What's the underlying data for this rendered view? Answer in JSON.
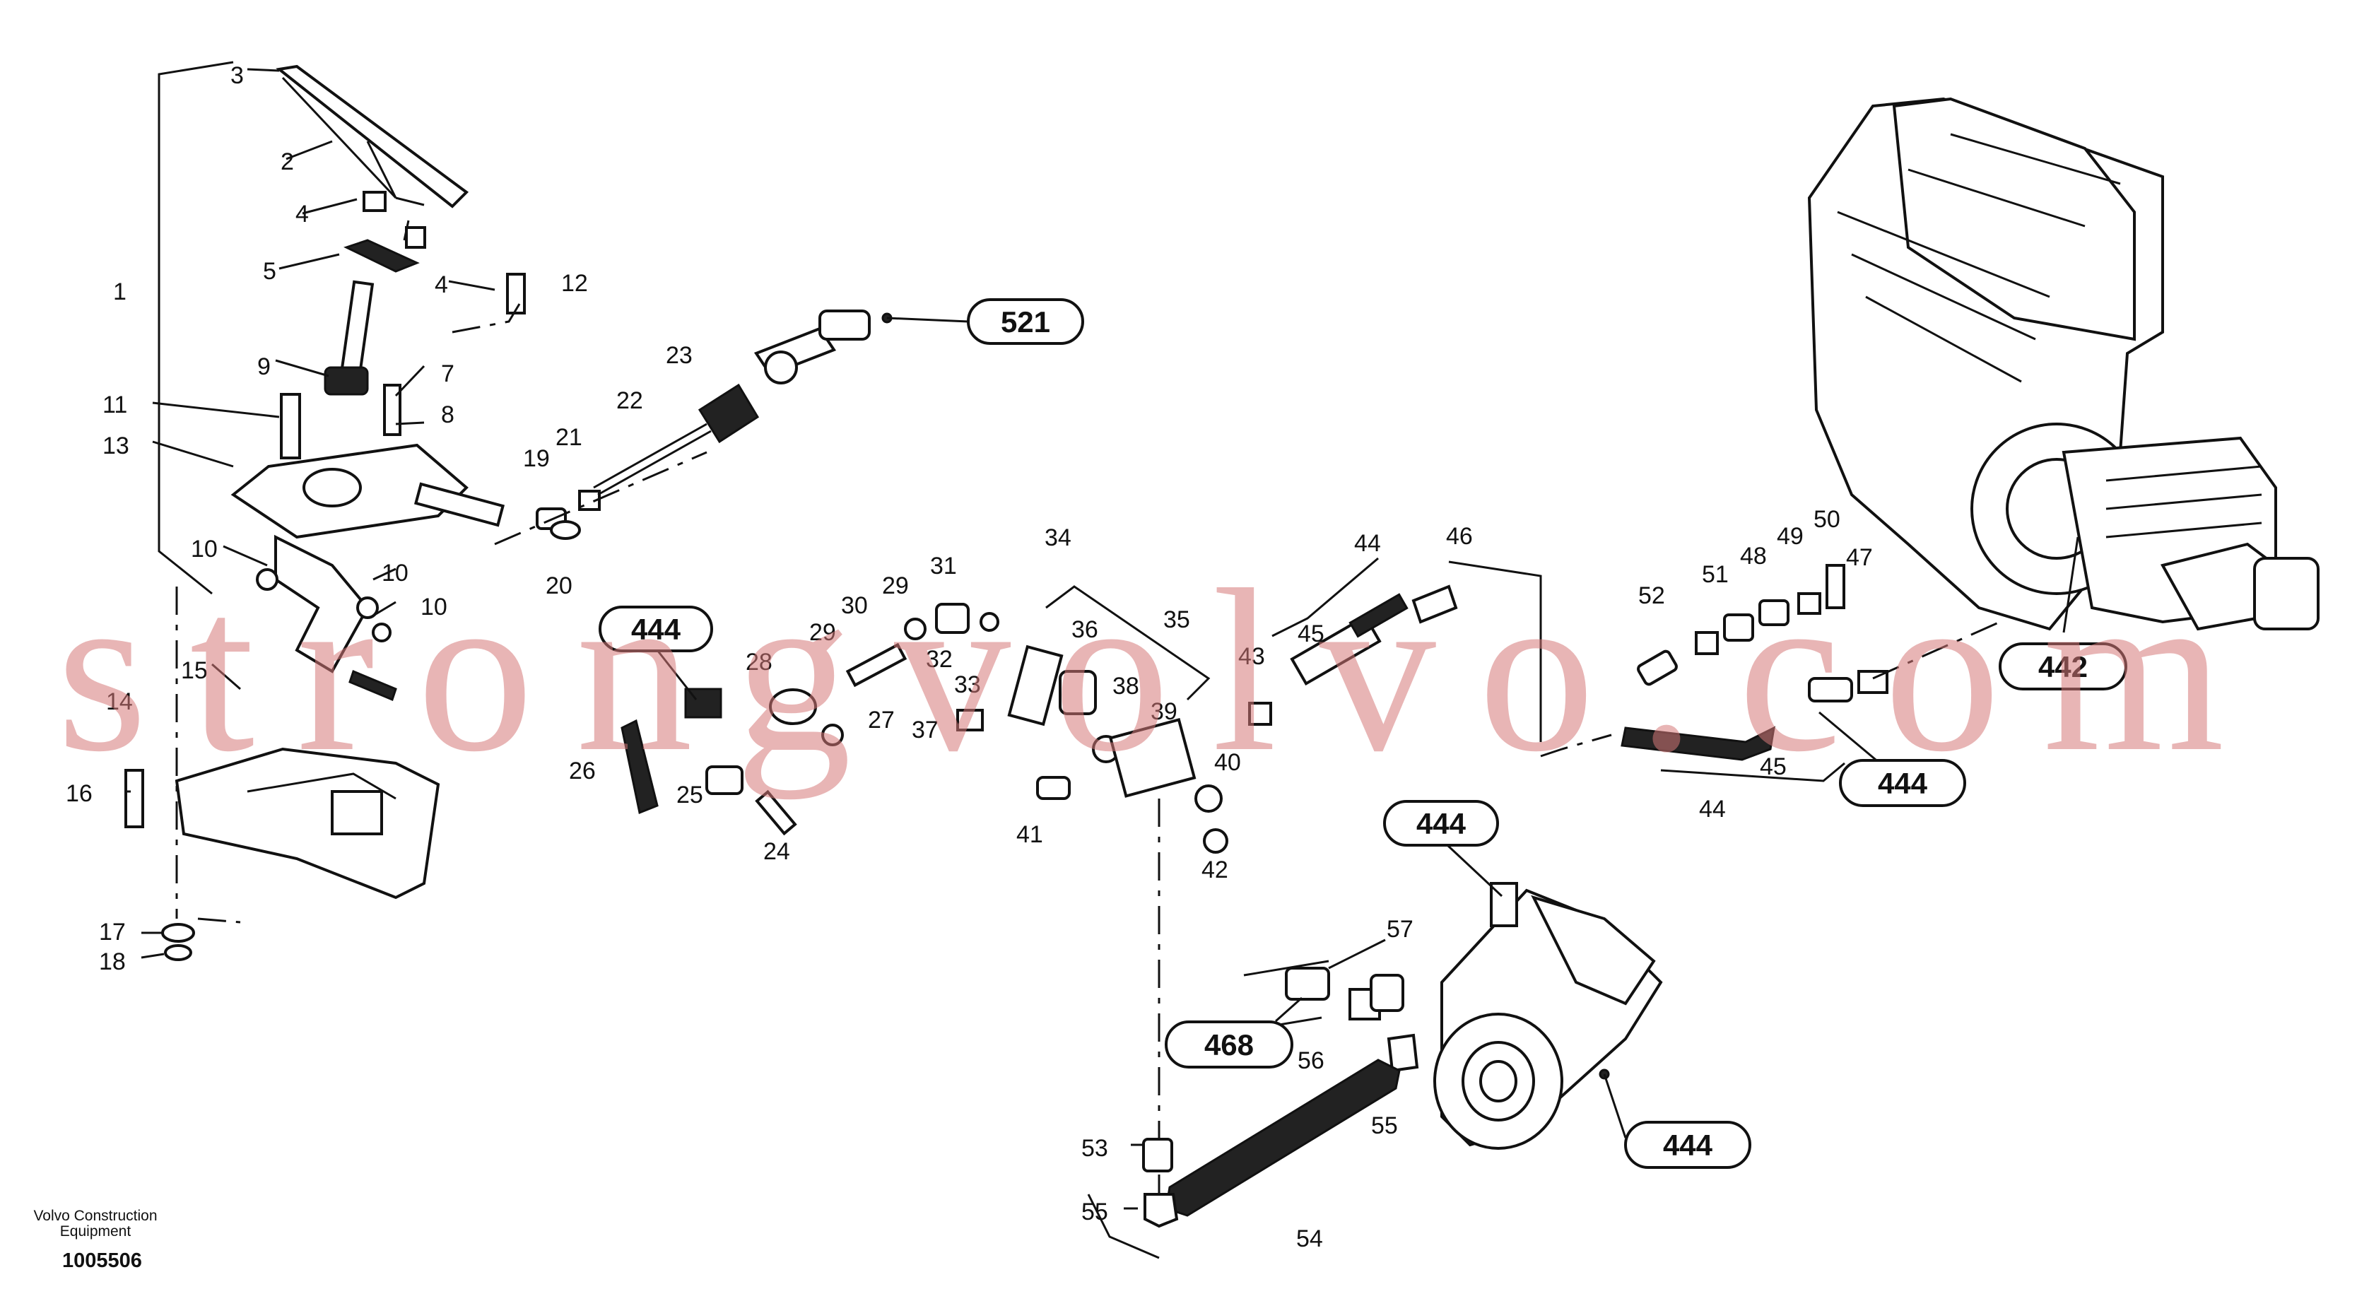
{
  "labels": {
    "n1": "1",
    "n2": "2",
    "n3": "3",
    "n4a": "4",
    "n4b": "4",
    "n5": "5",
    "n7": "7",
    "n8": "8",
    "n9": "9",
    "n10a": "10",
    "n10b": "10",
    "n10c": "10",
    "n11": "11",
    "n12": "12",
    "n13": "13",
    "n14": "14",
    "n15": "15",
    "n16": "16",
    "n17": "17",
    "n18": "18",
    "n19": "19",
    "n20": "20",
    "n21": "21",
    "n22": "22",
    "n23": "23",
    "n24": "24",
    "n25": "25",
    "n26": "26",
    "n27": "27",
    "n28": "28",
    "n29a": "29",
    "n29b": "29",
    "n30": "30",
    "n31": "31",
    "n32": "32",
    "n33": "33",
    "n34": "34",
    "n35": "35",
    "n36": "36",
    "n37": "37",
    "n38": "38",
    "n39": "39",
    "n40": "40",
    "n41": "41",
    "n42": "42",
    "n43": "43",
    "n44a": "44",
    "n44b": "44",
    "n45a": "45",
    "n45b": "45",
    "n46": "46",
    "n47": "47",
    "n48": "48",
    "n49": "49",
    "n50": "50",
    "n51": "51",
    "n52": "52",
    "n53": "53",
    "n54": "54",
    "n55a": "55",
    "n55b": "55",
    "n56": "56",
    "n57": "57"
  },
  "callouts": {
    "c521": "521",
    "c444a": "444",
    "c444b": "444",
    "c444c": "444",
    "c444d": "444",
    "c442": "442",
    "c468": "468"
  },
  "watermark": "strongvolvo.com",
  "footer": {
    "brand": "Volvo Construction Equipment",
    "code": "1005506"
  }
}
